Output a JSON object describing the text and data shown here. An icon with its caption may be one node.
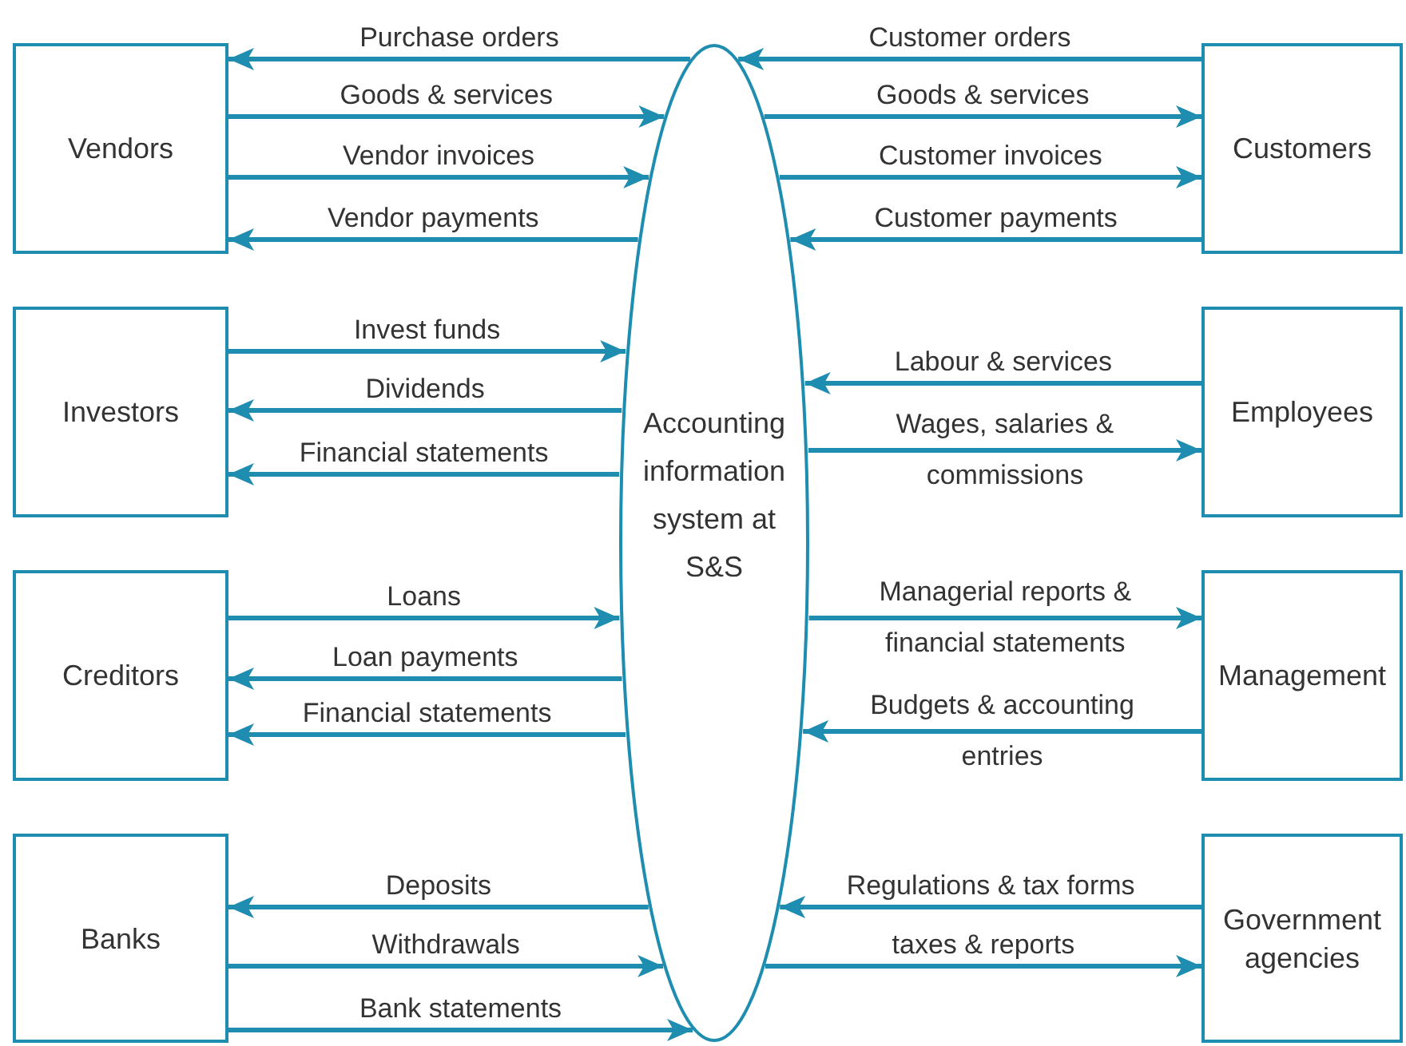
{
  "diagram": {
    "nodes": [
      {
        "text": [
          "Vendors"
        ]
      },
      {
        "text": [
          "Investors"
        ]
      },
      {
        "text": [
          "Creditors"
        ]
      },
      {
        "text": [
          "Banks"
        ]
      },
      {
        "text": [
          "Accounting information system at S&S"
        ]
      },
      {
        "text": [
          "Customers"
        ]
      },
      {
        "text": [
          "Employees"
        ]
      },
      {
        "text": [
          "Management"
        ]
      },
      {
        "text": [
          "Government agencies"
        ]
      }
    ],
    "edges": [
      {
        "from": 4,
        "to": 0,
        "arrow": "to",
        "label": "Purchase orders"
      },
      {
        "from": 0,
        "to": 4,
        "arrow": "to",
        "label": "Goods & services"
      },
      {
        "from": 0,
        "to": 4,
        "arrow": "to",
        "label": "Vendor invoices"
      },
      {
        "from": 4,
        "to": 0,
        "arrow": "to",
        "label": "Vendor payments"
      },
      {
        "from": 1,
        "to": 4,
        "arrow": "to",
        "label": "Invest funds"
      },
      {
        "from": 4,
        "to": 1,
        "arrow": "to",
        "label": "Dividends"
      },
      {
        "from": 4,
        "to": 1,
        "arrow": "to",
        "label": "Financial statements"
      },
      {
        "from": 2,
        "to": 4,
        "arrow": "to",
        "label": "Loans"
      },
      {
        "from": 4,
        "to": 2,
        "arrow": "to",
        "label": "Loan payments"
      },
      {
        "from": 4,
        "to": 2,
        "arrow": "to",
        "label": "Financial statements"
      },
      {
        "from": 4,
        "to": 3,
        "arrow": "to",
        "label": "Deposits"
      },
      {
        "from": 3,
        "to": 4,
        "arrow": "to",
        "label": "Withdrawals"
      },
      {
        "from": 3,
        "to": 4,
        "arrow": "to",
        "label": "Bank statements"
      },
      {
        "from": 5,
        "to": 4,
        "arrow": "to",
        "label": "Customer orders"
      },
      {
        "from": 4,
        "to": 5,
        "arrow": "to",
        "label": "Goods & services"
      },
      {
        "from": 4,
        "to": 5,
        "arrow": "to",
        "label": "Customer invoices"
      },
      {
        "from": 5,
        "to": 4,
        "arrow": "to",
        "label": "Customer payments"
      },
      {
        "from": 6,
        "to": 4,
        "arrow": "to",
        "label": "Labour & services"
      },
      {
        "from": 4,
        "to": 6,
        "arrow": "to",
        "label": "Wages, salaries & commissions"
      },
      {
        "from": 4,
        "to": 7,
        "arrow": "to",
        "label": "Managerial reports & financial statements"
      },
      {
        "from": 7,
        "to": 4,
        "arrow": "to",
        "label": "Budgets & accounting entries"
      },
      {
        "from": 8,
        "to": 4,
        "arrow": "to",
        "label": "Regulations & tax forms"
      },
      {
        "from": 4,
        "to": 8,
        "arrow": "to",
        "label": "taxes & reports"
      }
    ]
  }
}
